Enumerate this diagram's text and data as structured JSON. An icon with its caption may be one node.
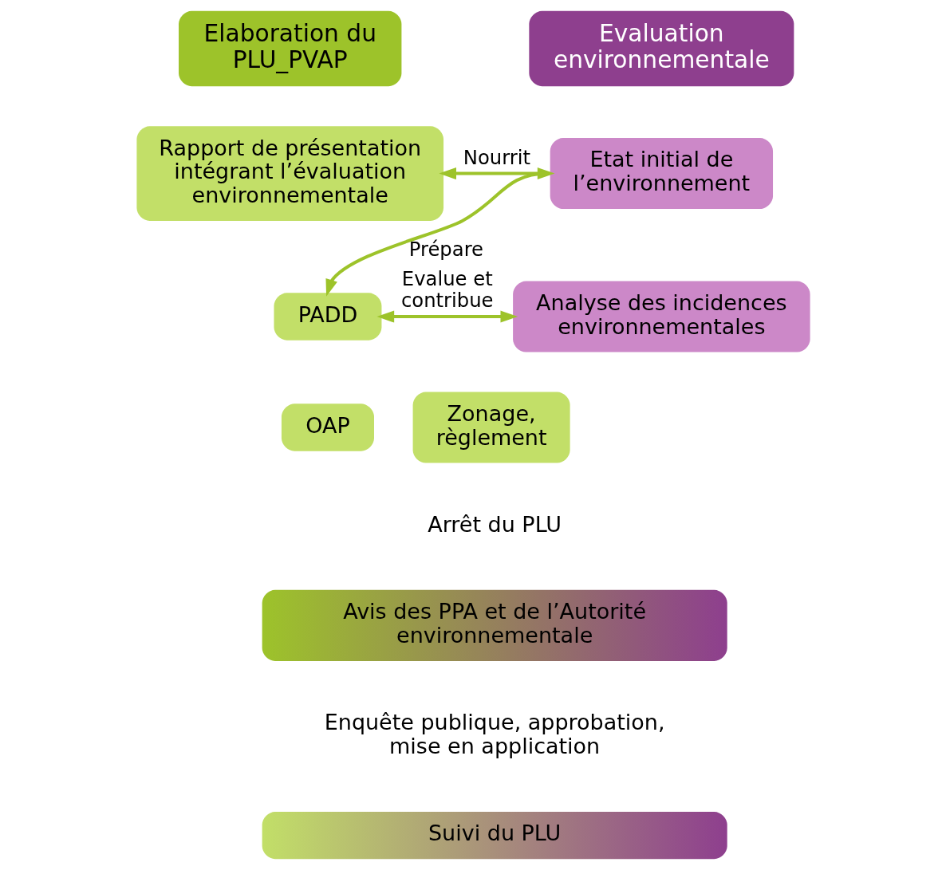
{
  "diagram": {
    "nodes": [
      {
        "text": [
          "Elaboration du PLU_PVAP"
        ]
      },
      {
        "text": [
          "Evaluation environnementale"
        ]
      },
      {
        "text": [
          "Rapport de présentation intégrant l’évaluation environnementale"
        ]
      },
      {
        "text": [
          "Etat initial de l’environnement"
        ]
      },
      {
        "text": [
          "PADD"
        ]
      },
      {
        "text": [
          "Analyse des incidences environnementales"
        ]
      },
      {
        "text": [
          "OAP"
        ]
      },
      {
        "text": [
          "Zonage, règlement"
        ]
      },
      {
        "text": [
          "Avis des PPA et de l’Autorité environnementale"
        ]
      },
      {
        "text": [
          "Suivi du PLU"
        ]
      }
    ],
    "edges": [
      {
        "from": 2,
        "to": 3,
        "arrow": "both",
        "label": "Nourrit"
      },
      {
        "from": 3,
        "to": 4,
        "arrow": "to",
        "label": "Prépare"
      },
      {
        "from": 4,
        "to": 5,
        "arrow": "both",
        "label": "Evalue et contribue"
      }
    ],
    "labels": [
      "Arrêt du PLU",
      "Enquête publique, approbation, mise en application"
    ]
  }
}
